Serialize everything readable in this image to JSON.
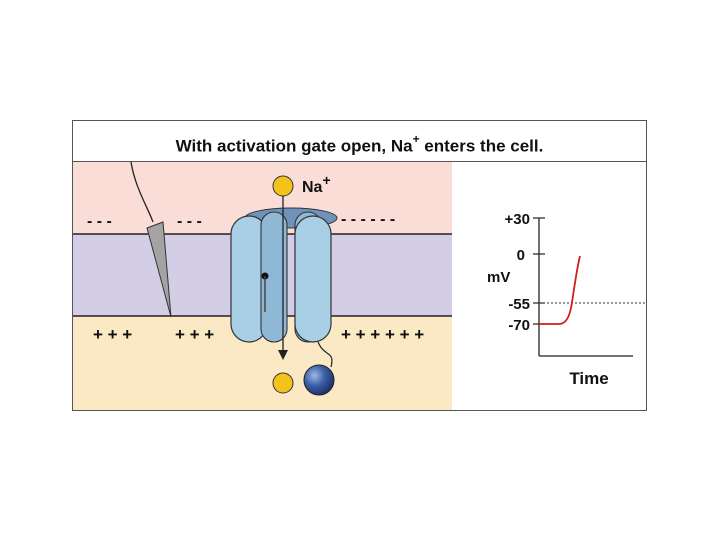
{
  "title": {
    "prefix": "With activation gate open, Na",
    "superscript": "+",
    "suffix": " enters the cell."
  },
  "ion": {
    "label": "Na",
    "charge": "+"
  },
  "membrane": {
    "outside_charges_left": "- - -",
    "outside_charges_mid": "- - -",
    "outside_charges_right": "- - - - - -",
    "inside_charges_left": "+ + +",
    "inside_charges_mid": "+ + +",
    "inside_charges_right": "+ + + + + +"
  },
  "graph": {
    "ylabel": "mV",
    "xlabel": "Time",
    "tick_labels": [
      "+30",
      "0",
      "-55",
      "-70"
    ],
    "threshold_value": -55,
    "resting_value": -70
  },
  "colors": {
    "extracellular": "#f9ddd6",
    "membrane": "#d3cde6",
    "intracellular": "#fbe9c6",
    "channel": "#a9cfe6",
    "sodium_ion": "#f5c21b",
    "gate_ball": "#3a5fa8",
    "trace": "#cc2020"
  }
}
